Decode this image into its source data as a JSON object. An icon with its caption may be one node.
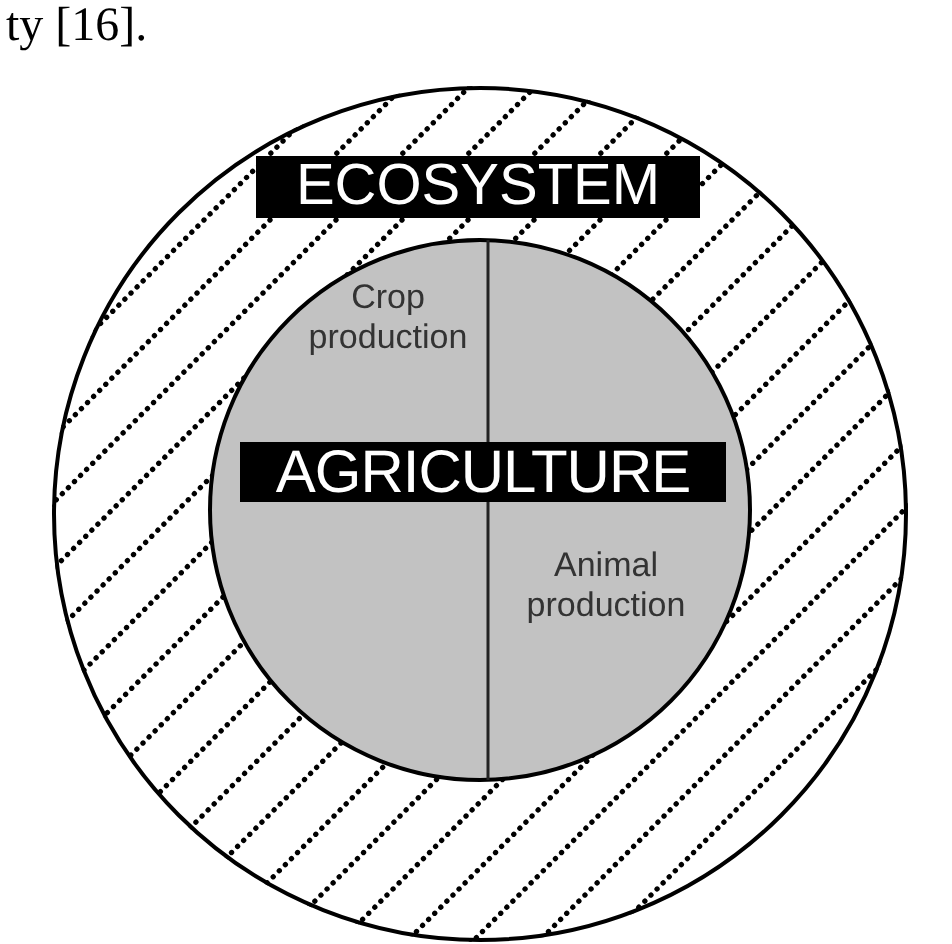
{
  "diagram": {
    "nodes": [
      {
        "text": [
          "ECOSYSTEM"
        ]
      },
      {
        "text": [
          "AGRICULTURE"
        ],
        "in": 0
      },
      {
        "text": [
          "Crop production"
        ],
        "in": 1
      },
      {
        "text": [
          "Animal production"
        ],
        "in": 1
      }
    ],
    "labels": [
      "ty [16]."
    ]
  }
}
